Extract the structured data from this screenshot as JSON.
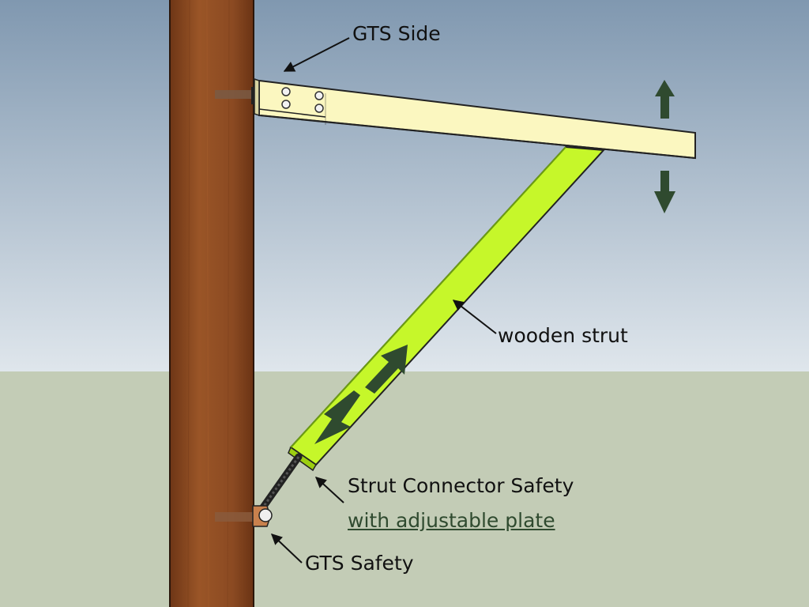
{
  "labels": {
    "gts_side": "GTS Side",
    "wooden_strut": "wooden strut",
    "strut_connector": "Strut Connector Safety",
    "adjustable_plate": "with adjustable plate",
    "gts_safety": "GTS Safety"
  },
  "colors": {
    "sky_top": "#8098b0",
    "sky_bottom": "#dfe6ec",
    "ground": "#c3ccb6",
    "pole": "#8b4a22",
    "crossarm": "#fbf7c0",
    "strut": "#c6f72a",
    "arrows": "#2f4a2f",
    "link_text": "#2f4a2f"
  },
  "icons": {
    "up_arrow": "up-arrow-icon",
    "down_arrow": "down-arrow-icon",
    "double_arrow": "double-arrow-icon"
  }
}
